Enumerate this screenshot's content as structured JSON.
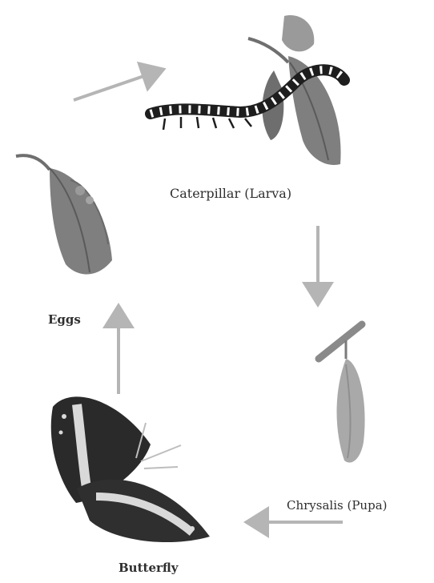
{
  "stages": {
    "caterpillar": "Caterpillar (Larva)",
    "eggs": "Eggs",
    "chrysalis": "Chrysalis (Pupa)",
    "butterfly": "Butterfly"
  },
  "colors": {
    "leaf": "#7f7f7f",
    "leaf_dark": "#5a5a5a",
    "arrow": "#b5b5b5",
    "caterpillar": "#1e1e1e",
    "chrysalis": "#a9a9a9",
    "butterfly_wing": "#2a2a2a",
    "butterfly_band": "#d9d9d9"
  }
}
